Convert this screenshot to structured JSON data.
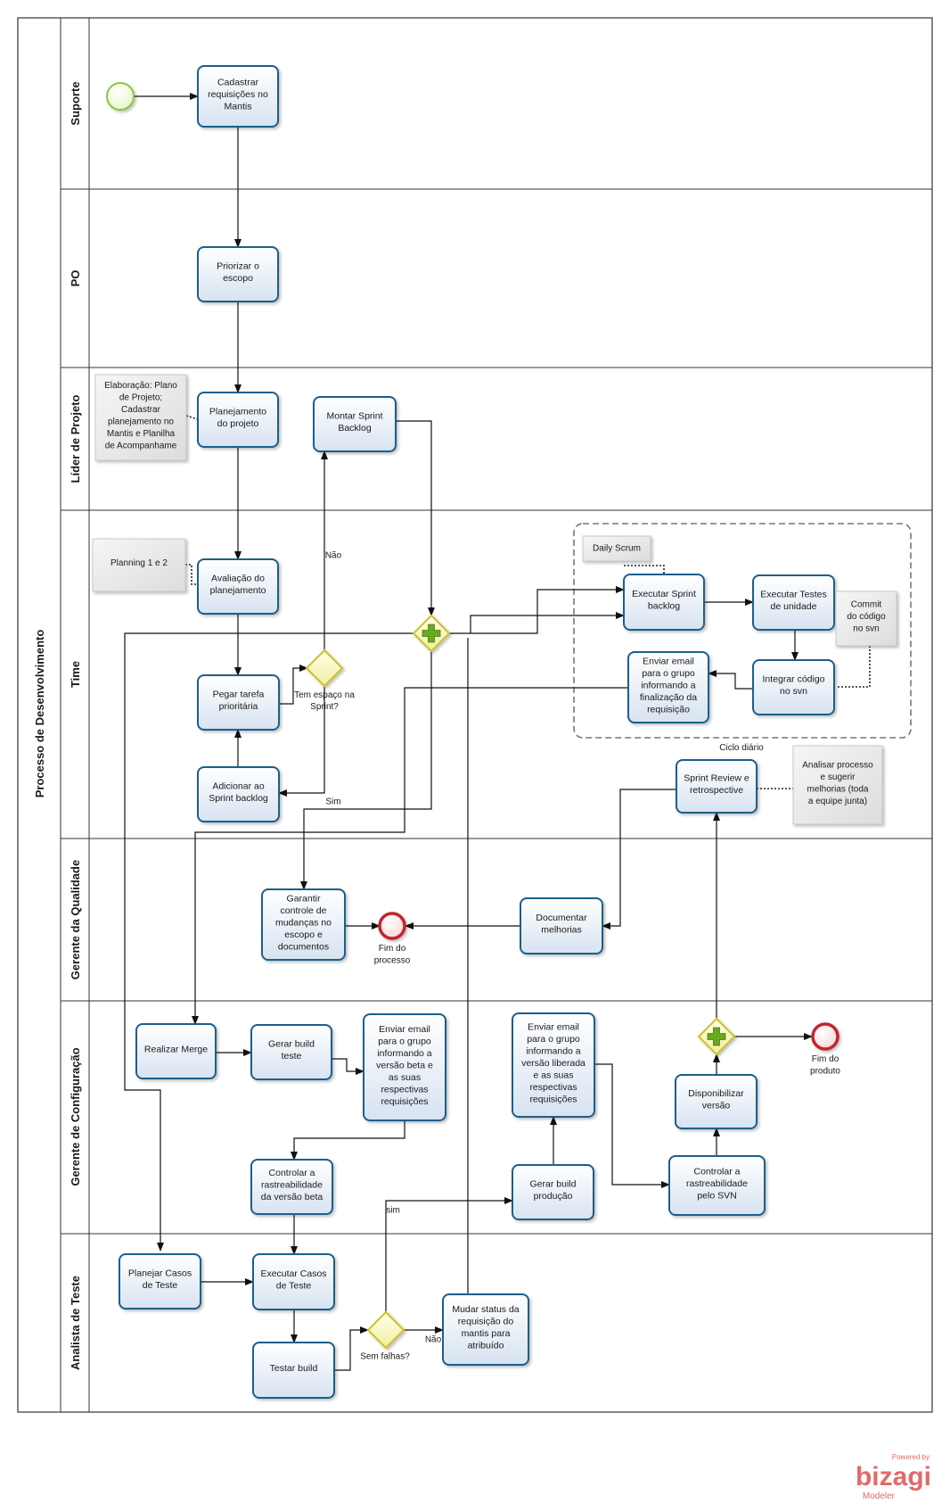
{
  "pool": {
    "title": "Processo de Desenvolvimento"
  },
  "lanes": [
    "Suporte",
    "PO",
    "Líder de Projeto",
    "Time",
    "Gerente da Qualidade",
    "Gerente de Configuração",
    "Analista de Teste"
  ],
  "tasks": {
    "cadastrar": [
      "Cadastrar",
      "requisições no",
      "Mantis"
    ],
    "priorizar": [
      "Priorizar  o",
      "escopo"
    ],
    "planejamento": [
      "Planejamento",
      "do projeto"
    ],
    "montar_sprint": [
      "Montar Sprint",
      "Backlog"
    ],
    "avaliacao": [
      "Avaliação do",
      "planejamento"
    ],
    "pegar_tarefa": [
      "Pegar tarefa",
      "prioritária"
    ],
    "adicionar": [
      "Adicionar ao",
      "Sprint backlog"
    ],
    "executar_sprint": [
      "Executar Sprint",
      "backlog"
    ],
    "executar_testes_unidade": [
      "Executar Testes",
      "de unidade"
    ],
    "integrar_codigo": [
      "Integrar código",
      "no svn"
    ],
    "enviar_email_finalizacao": [
      "Enviar email",
      "para o grupo",
      "informando a",
      "finalização da",
      "requisição"
    ],
    "sprint_review": [
      "Sprint Review e",
      "retrospective"
    ],
    "documentar": [
      "Documentar",
      "melhorias"
    ],
    "garantir": [
      "Garantir",
      "controle de",
      "mudanças no",
      "escopo e",
      "documentos"
    ],
    "realizar_merge": [
      "Realizar Merge"
    ],
    "gerar_build_teste": [
      "Gerar build",
      "teste"
    ],
    "enviar_email_beta": [
      "Enviar email",
      "para o grupo",
      "informando a",
      "versão beta e",
      "as suas",
      "respectivas",
      "requisições"
    ],
    "enviar_email_liberada": [
      "Enviar email",
      "para o grupo",
      "informando a",
      "versão liberada",
      "e as suas",
      "respectivas",
      "requisições"
    ],
    "disponibilizar": [
      "Disponibilizar",
      "versão"
    ],
    "controlar_beta": [
      "Controlar a",
      "rastreabilidade",
      "da versão beta"
    ],
    "gerar_build_producao": [
      "Gerar build",
      "produção"
    ],
    "controlar_svn": [
      "Controlar a",
      "rastreabilidade",
      "pelo SVN"
    ],
    "planejar_casos": [
      "Planejar Casos",
      "de Teste"
    ],
    "executar_casos": [
      "Executar Casos",
      "de Teste"
    ],
    "testar_build": [
      "Testar build"
    ],
    "mudar_status": [
      "Mudar status da",
      "requisição do",
      "mantis para",
      "atribuído"
    ]
  },
  "annotations": {
    "elaboracao": [
      "Elaboração: Plano",
      "de Projeto;",
      "Cadastrar",
      "planejamento no",
      "Mantis e Planilha",
      "de Acompanhame"
    ],
    "planning": [
      "Planning 1 e 2"
    ],
    "daily_scrum": [
      "Daily Scrum"
    ],
    "commit": [
      "Commit",
      "do código",
      "no svn"
    ],
    "analisar": [
      "Analisar processo",
      "e sugerir",
      "melhorias  (toda",
      "a equipe junta)"
    ]
  },
  "gateways": {
    "tem_espaco": [
      "Tem espaço  na",
      "Sprint?"
    ],
    "sem_falhas": [
      "Sem falhas?"
    ]
  },
  "events": {
    "fim_processo": [
      "Fim do",
      "processo"
    ],
    "fim_produto": [
      "Fim do",
      "produto"
    ]
  },
  "flow_labels": {
    "nao_top": "Não",
    "sim_time": "Sim",
    "sim_teste": "sim",
    "nao_teste": "Não"
  },
  "group_label": "Ciclo diário",
  "branding": {
    "powered": "Powered by",
    "name": "bizagi",
    "product": "Modeler"
  },
  "colors": {
    "task_border": "#1b5e8c",
    "task_fill_top": "#ffffff",
    "task_fill_bottom": "#d7e3f1",
    "start_event": "#8dc63f",
    "end_event": "#c0272d",
    "gateway": "#c9c22a",
    "gateway_plus": "#6aa81e",
    "brand": "#e26a6a"
  }
}
